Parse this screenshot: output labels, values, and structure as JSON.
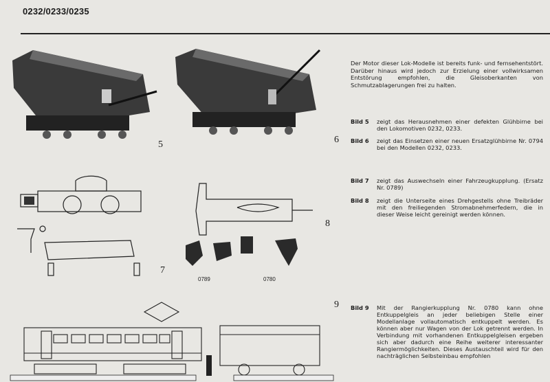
{
  "header": {
    "title": "0232/0233/0235"
  },
  "intro": "Der Motor dieser Lok-Modelle ist bereits funk- und fernsehentstört. Darüber hinaus wird jedoch zur Erzielung einer vollwirksamen Entstörung empfohlen, die Gleisoberkanten von Schmutzablagerungen frei zu halten.",
  "figures": {
    "fig5": "5",
    "fig6": "6",
    "fig7": "7",
    "fig8": "8",
    "fig9": "9",
    "part_0789": "0789",
    "part_0780": "0780"
  },
  "captions": [
    {
      "label": "Bild 5",
      "text": "zeigt das Herausnehmen einer defekten Glühbirne bei den Lokomotiven 0232, 0233."
    },
    {
      "label": "Bild 6",
      "text": "zeigt das Einsetzen einer neuen Ersatzglühbirne Nr. 0794 bei den Modellen 0232, 0233."
    },
    {
      "label": "Bild 7",
      "text": "zeigt das Auswechseln einer Fahrzeugkupplung. (Ersatz Nr. 0789)"
    },
    {
      "label": "Bild 8",
      "text": "zeigt die Unterseite eines Drehgestells ohne Treibräder mit den freiliegenden Stromabnehmerfedern, die in dieser Weise leicht gereinigt werden können."
    },
    {
      "label": "Bild 9",
      "text": "Mit der Rangierkupplung Nr. 0780 kann ohne Entkuppelgleis an jeder beliebigen Stelle einer Modellanlage vollautomatisch entkuppelt werden. Es können aber nur Wagen von der Lok getrennt werden. In Verbindung mit vorhandenen Entkuppelgleisen ergeben sich aber dadurch eine Reihe weiterer interessanter Rangiermöglichkeiten. Dieses Austauschteil wird für den nachträglichen Selbsteinbau empfohlen"
    }
  ]
}
